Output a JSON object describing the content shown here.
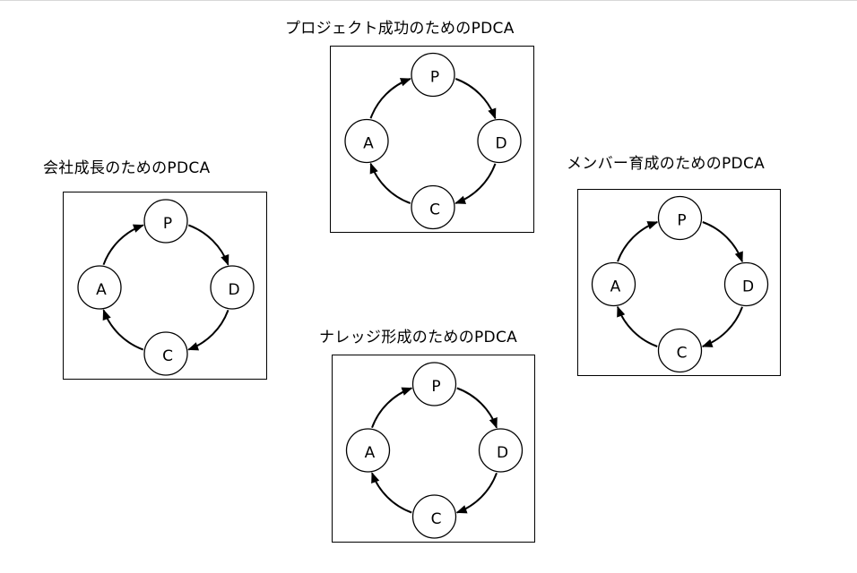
{
  "diagrams": [
    {
      "title": "プロジェクト成功のためのPDCA",
      "nodes": {
        "top": "P",
        "right": "D",
        "bottom": "C",
        "left": "A"
      }
    },
    {
      "title": "会社成長のためのPDCA",
      "nodes": {
        "top": "P",
        "right": "D",
        "bottom": "C",
        "left": "A"
      }
    },
    {
      "title": "メンバー育成のためのPDCA",
      "nodes": {
        "top": "P",
        "right": "D",
        "bottom": "C",
        "left": "A"
      }
    },
    {
      "title": "ナレッジ形成のためのPDCA",
      "nodes": {
        "top": "P",
        "right": "D",
        "bottom": "C",
        "left": "A"
      }
    }
  ],
  "colors": {
    "stroke": "#000000",
    "background": "#ffffff"
  }
}
